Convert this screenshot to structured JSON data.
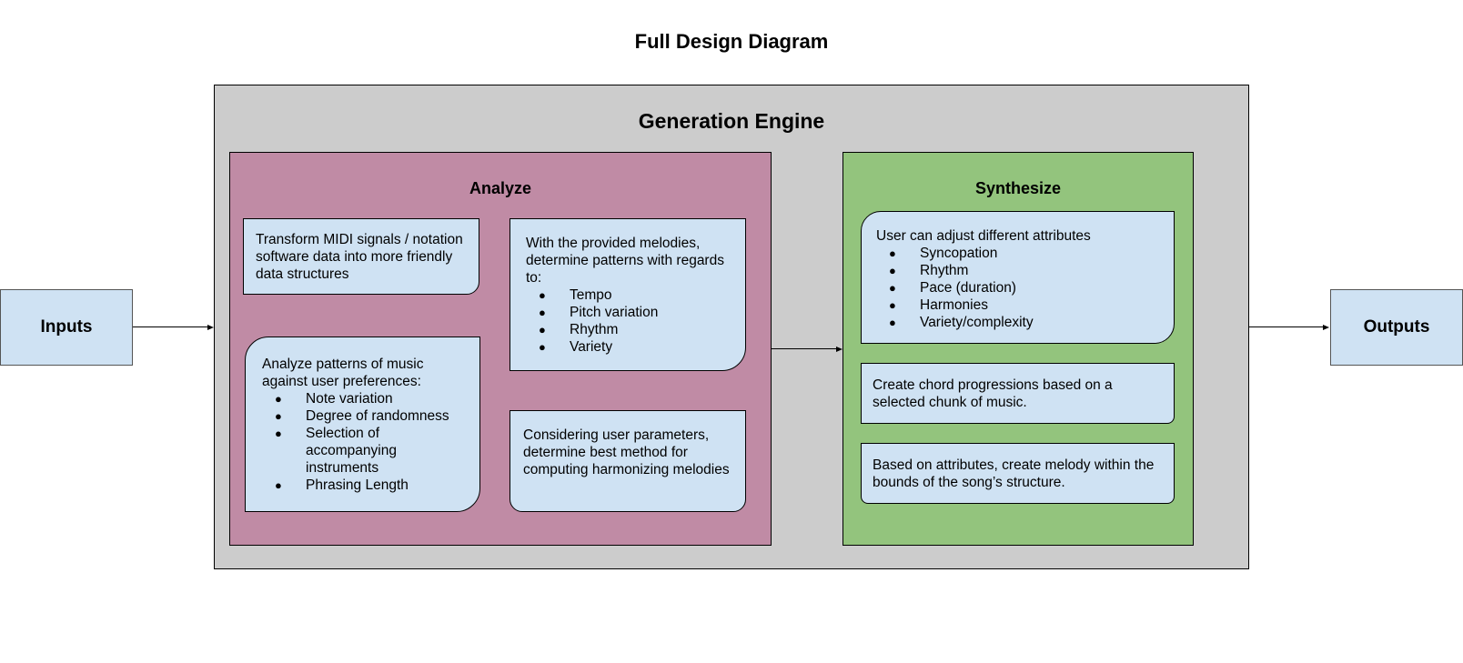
{
  "diagram": {
    "title": "Full Design Diagram",
    "inputs": {
      "label": "Inputs"
    },
    "outputs": {
      "label": "Outputs"
    },
    "engine": {
      "title": "Generation Engine",
      "analyze": {
        "title": "Analyze",
        "cards": [
          {
            "text": "Transform MIDI signals / notation software data into more friendly data structures"
          },
          {
            "intro": "With the provided melodies, determine patterns with regards to:",
            "items": [
              "Tempo",
              "Pitch variation",
              "Rhythm",
              "Variety"
            ]
          },
          {
            "intro": "Analyze patterns of music against user preferences:",
            "items": [
              "Note variation",
              "Degree of randomness",
              "Selection of accompanying instruments",
              "Phrasing Length"
            ]
          },
          {
            "text": "Considering user parameters, determine best method for computing harmonizing melodies"
          }
        ]
      },
      "synthesize": {
        "title": "Synthesize",
        "cards": [
          {
            "intro": "User can adjust different attributes",
            "items": [
              "Syncopation",
              "Rhythm",
              "Pace (duration)",
              "Harmonies",
              "Variety/complexity"
            ]
          },
          {
            "text": "Create chord progressions based on a selected chunk of music."
          },
          {
            "text": "Based on attributes, create melody within the bounds of the song’s structure."
          }
        ]
      }
    },
    "colors": {
      "engine_bg": "#cccccc",
      "analyze_bg": "#c08ba5",
      "synthesize_bg": "#93c47d",
      "card_bg": "#cfe2f3"
    }
  }
}
